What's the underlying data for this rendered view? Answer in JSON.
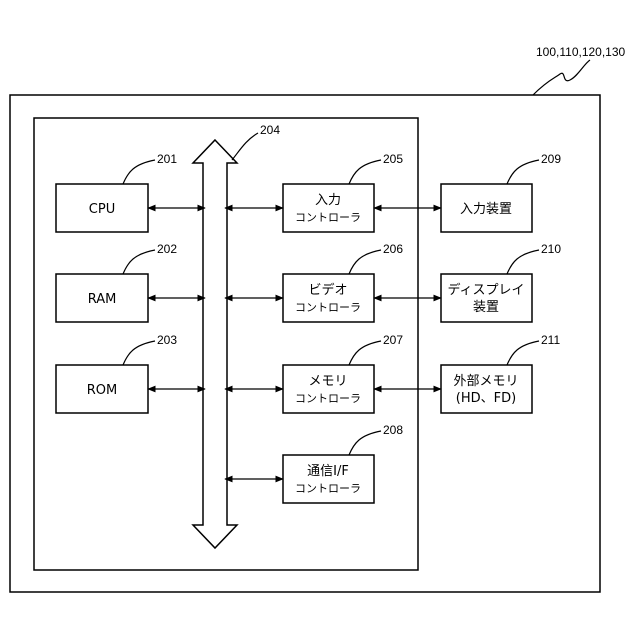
{
  "system_ref": "100,110,120,130",
  "bus": {
    "ref": "204"
  },
  "left_blocks": [
    {
      "id": "cpu",
      "label": "CPU",
      "ref": "201"
    },
    {
      "id": "ram",
      "label": "RAM",
      "ref": "202"
    },
    {
      "id": "rom",
      "label": "ROM",
      "ref": "203"
    }
  ],
  "controllers": [
    {
      "id": "input-controller",
      "line1": "入力",
      "line2": "コントローラ",
      "ref": "205"
    },
    {
      "id": "video-controller",
      "line1": "ビデオ",
      "line2": "コントローラ",
      "ref": "206"
    },
    {
      "id": "memory-controller",
      "line1": "メモリ",
      "line2": "コントローラ",
      "ref": "207"
    },
    {
      "id": "comm-controller",
      "line1": "通信I/F",
      "line2": "コントローラ",
      "ref": "208"
    }
  ],
  "devices": [
    {
      "id": "input-device",
      "line1": "入力装置",
      "line2": "",
      "ref": "209"
    },
    {
      "id": "display-device",
      "line1": "ディスプレイ",
      "line2": "装置",
      "ref": "210"
    },
    {
      "id": "external-memory",
      "line1": "外部メモリ",
      "line2": "(HD、FD)",
      "ref": "211"
    }
  ]
}
